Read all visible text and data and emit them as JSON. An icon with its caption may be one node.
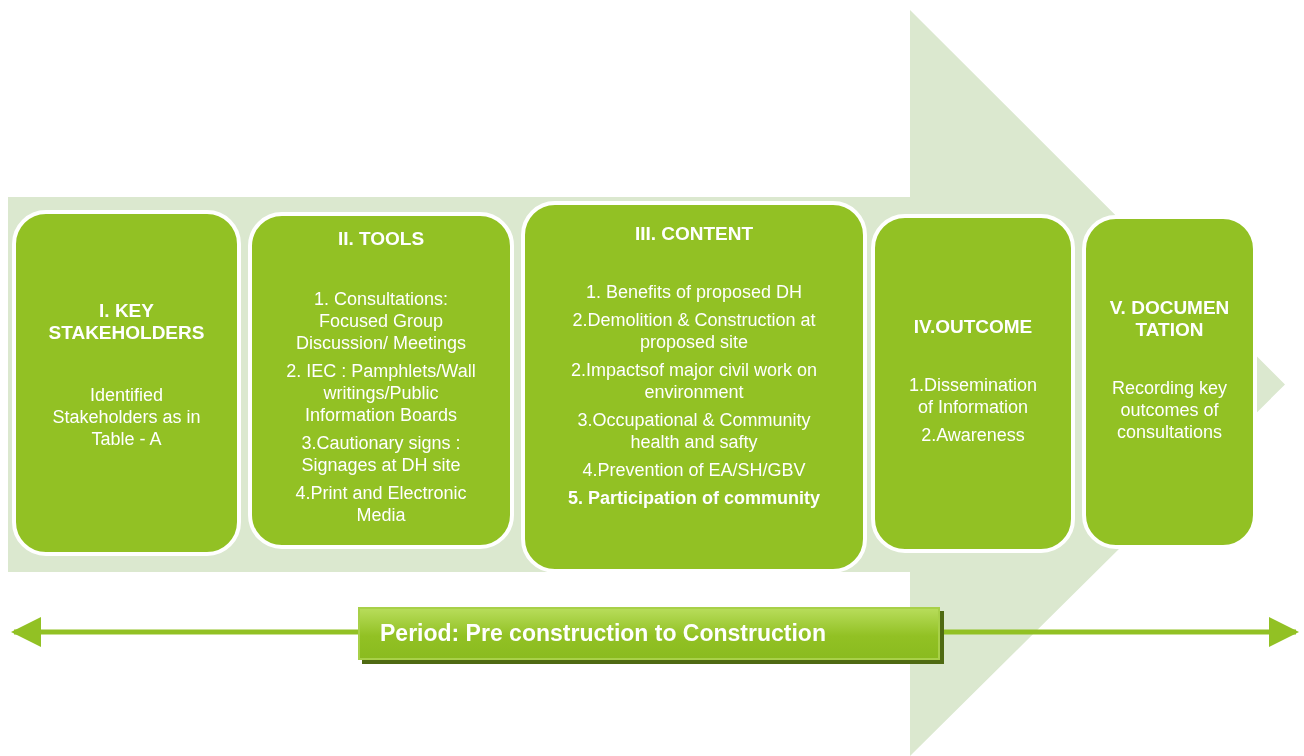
{
  "diagram": {
    "nodes": [
      {
        "text": [
          "I. KEY STAKEHOLDERS",
          "Identified Stakeholders as in Table - A"
        ]
      },
      {
        "text": [
          "II. TOOLS",
          "1. Consultations: Focused Group Discussion/ Meetings",
          "2. IEC : Pamphlets/Wall writings/Public Information Boards",
          "3.Cautionary signs : Signages at DH site",
          "4.Print and Electronic Media"
        ]
      },
      {
        "text": [
          "III. CONTENT",
          "1. Benefits of proposed DH",
          "2.Demolition & Construction at proposed site",
          "2.Impactsof major civil work  on environment",
          "3.Occupational & Community health and safty",
          "4.Prevention of EA/SH/GBV",
          "**5. Participation of community**"
        ]
      },
      {
        "text": [
          "IV.OUTCOME",
          "1.Dissemination of Information",
          "2.Awareness"
        ]
      },
      {
        "text": [
          "V. DOCUMENTATION",
          "Recording  key outcomes of consultations"
        ]
      },
      {
        "text": [
          "Period: Pre construction to Construction"
        ]
      }
    ],
    "edges": [
      {
        "from": 0,
        "to": 4,
        "arrow": "to",
        "style": "thick"
      }
    ]
  }
}
